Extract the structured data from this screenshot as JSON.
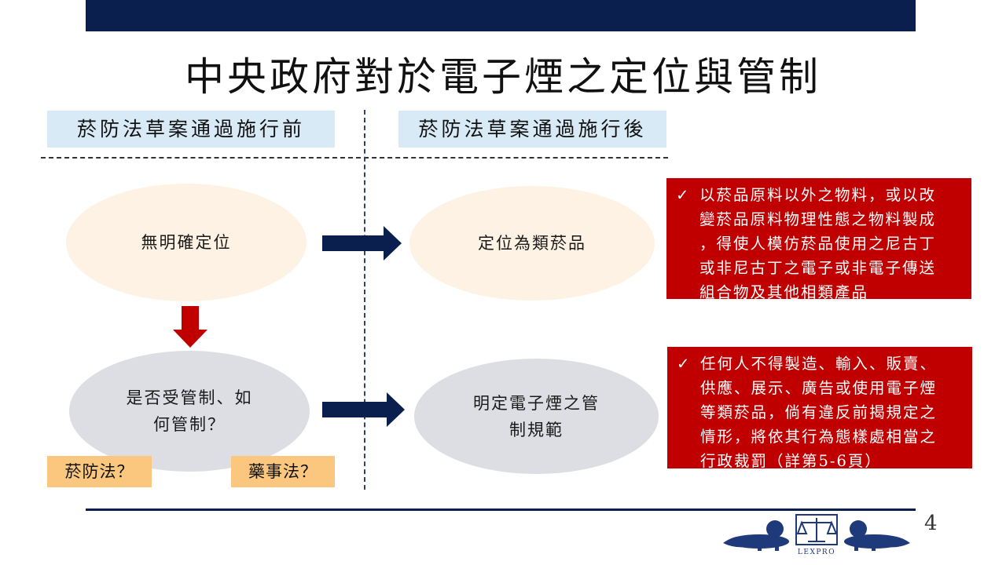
{
  "slide": {
    "title": "中央政府對於電子煙之定位與管制",
    "page_number": "4"
  },
  "sections": {
    "before": "菸防法草案通過施行前",
    "after": "菸防法草案通過施行後"
  },
  "flow": {
    "no_position": "無明確定位",
    "regulated_question_line1": "是否受管制、如",
    "regulated_question_line2": "何管制？",
    "positioned_as": "定位為類菸品",
    "regulation_line1": "明定電子煙之管",
    "regulation_line2": "制規範"
  },
  "options": {
    "tobacco_law": "菸防法？",
    "pharma_law": "藥事法？"
  },
  "notes": {
    "definition": {
      "check": "✓",
      "lines": [
        "以菸品原料以外之物料，或以改",
        "變菸品原料物理性態之物料製成",
        "，得使人模仿菸品使用之尼古丁",
        "或非尼古丁之電子或非電子傳送",
        "組合物及其他相類產品"
      ]
    },
    "penalty": {
      "check": "✓",
      "lines": [
        "任何人不得製造、輸入、販賣、",
        "供應、展示、廣告或使用電子煙",
        "等類菸品，倘有違反前揭規定之",
        "情形，將依其行為態樣處相當之",
        "行政裁罰（詳第5-6頁）"
      ]
    }
  },
  "logo": {
    "text": "LEXPRO"
  },
  "colors": {
    "navy": "#0b1f4f",
    "red": "#c00000",
    "light_blue": "#d9eaf7",
    "peach": "#fdf2e3",
    "grey": "#dcdee4",
    "orange": "#fbc77f"
  },
  "icons": [
    "right-arrow-icon",
    "down-arrow-icon",
    "check-icon",
    "lexpro-logo-icon"
  ]
}
